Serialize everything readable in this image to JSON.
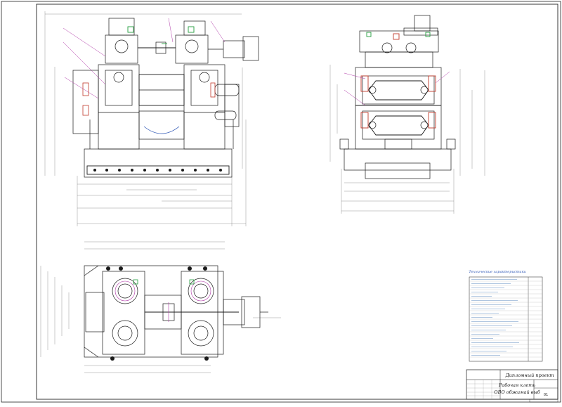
{
  "drawing": {
    "title_block": {
      "project_type": "Дипломный проект",
      "title_line1": "Рабочая клеть",
      "title_line2": "ОВО обжимай выб",
      "sheet_no": "01"
    },
    "spec_table": {
      "title": "Технические характеристики"
    }
  },
  "colors": {
    "line": "#1a1a1a",
    "dim": "#6b6b6b",
    "accent_magenta": "#b03aa8",
    "accent_green": "#1e9b3a",
    "accent_red": "#c0392b",
    "accent_blue": "#2c55b5",
    "dim_text": "#3a6fb0"
  }
}
